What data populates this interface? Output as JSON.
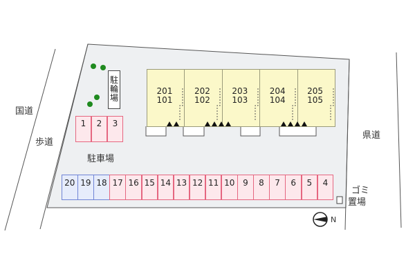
{
  "roads": {
    "national_road": "国道",
    "sidewalk": "歩道",
    "prefectural_road": "県道"
  },
  "lot_label": "駐車場",
  "bike_parking": "駐輪場",
  "garbage_label": [
    "ゴミ",
    "置場"
  ],
  "compass": {
    "north_letter": "N",
    "icon": "compass-north-arrow-icon"
  },
  "bike_spaces": [
    "1",
    "2",
    "3"
  ],
  "parking_spaces": [
    {
      "no": "20",
      "color": "blue"
    },
    {
      "no": "19",
      "color": "blue"
    },
    {
      "no": "18",
      "color": "blue"
    },
    {
      "no": "17",
      "color": "red"
    },
    {
      "no": "16",
      "color": "red"
    },
    {
      "no": "15",
      "color": "red"
    },
    {
      "no": "14",
      "color": "red"
    },
    {
      "no": "13",
      "color": "red"
    },
    {
      "no": "12",
      "color": "red"
    },
    {
      "no": "11",
      "color": "red"
    },
    {
      "no": "10",
      "color": "red"
    },
    {
      "no": "9",
      "color": "red"
    },
    {
      "no": "8",
      "color": "red"
    },
    {
      "no": "7",
      "color": "red"
    },
    {
      "no": "6",
      "color": "red"
    },
    {
      "no": "5",
      "color": "red"
    },
    {
      "no": "4",
      "color": "red"
    }
  ],
  "units": [
    {
      "upper": "201",
      "lower": "101"
    },
    {
      "upper": "202",
      "lower": "102"
    },
    {
      "upper": "203",
      "lower": "103"
    },
    {
      "upper": "204",
      "lower": "104"
    },
    {
      "upper": "205",
      "lower": "105"
    }
  ],
  "colors": {
    "building_fill": "#fbf8c9",
    "red_space_fill": "#fde8ec",
    "red_space_border": "#e56680",
    "blue_space_fill": "#e6ecfb",
    "blue_space_border": "#6f84d6",
    "lot_fill": "#eef0f2",
    "tree": "#1f8a1f"
  }
}
